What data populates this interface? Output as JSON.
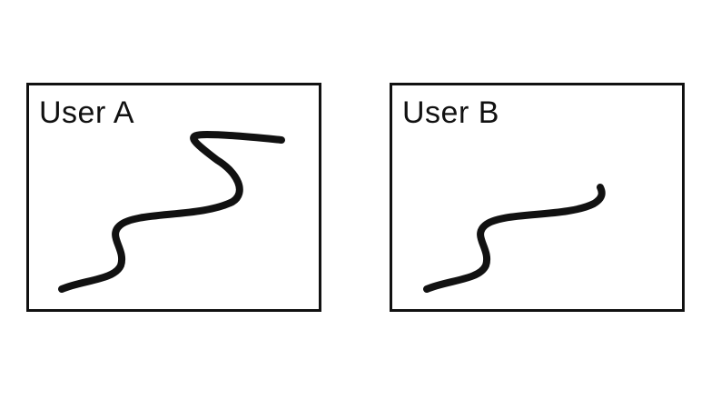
{
  "panels": [
    {
      "id": "a",
      "label": "User A",
      "stroke_icon": "freehand-stroke",
      "stroke_color": "#111111"
    },
    {
      "id": "b",
      "label": "User B",
      "stroke_icon": "freehand-stroke",
      "stroke_color": "#111111"
    }
  ],
  "colors": {
    "background": "#ffffff",
    "border": "#111111",
    "ink": "#111111"
  }
}
